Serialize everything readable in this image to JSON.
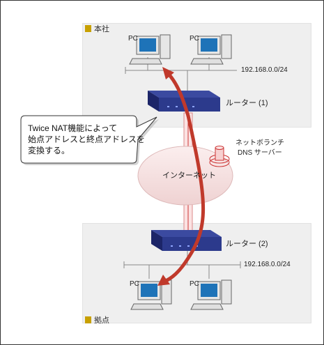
{
  "zones": {
    "top_label": "本社",
    "bottom_label": "拠点"
  },
  "pc_label": "PC",
  "network": {
    "top_subnet": "192.168.0.0/24",
    "bottom_subnet": "192.168.0.0/24"
  },
  "routers": {
    "top": "ルーター (1)",
    "bottom": "ルーター (2)"
  },
  "callout": {
    "lines": [
      "Twice NAT機能によって",
      "始点アドレスと終点アドレスを",
      "変換する。"
    ]
  },
  "internet_label": "インターネット",
  "dns": {
    "line1": "ネットボランチ",
    "line2": "DNS サーバー"
  },
  "colors": {
    "arrow": "#c0392b",
    "router": "#2c3a8c",
    "zone_marker": "#c8a000",
    "cloud": "#f2dede"
  }
}
